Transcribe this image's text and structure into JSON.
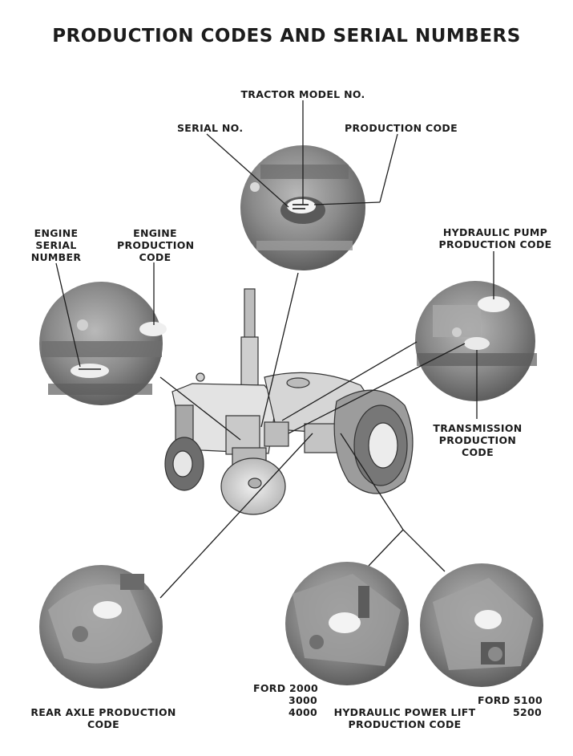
{
  "title": "PRODUCTION CODES AND SERIAL NUMBERS",
  "labels": {
    "tractor_model": "TRACTOR MODEL NO.",
    "serial": "SERIAL NO.",
    "production_code": "PRODUCTION CODE",
    "engine_serial": [
      "ENGINE",
      "SERIAL",
      "NUMBER"
    ],
    "engine_production": [
      "ENGINE",
      "PRODUCTION",
      "CODE"
    ],
    "hydraulic_pump": [
      "HYDRAULIC PUMP",
      "PRODUCTION CODE"
    ],
    "transmission": [
      "TRANSMISSION",
      "PRODUCTION",
      "CODE"
    ],
    "ford_small": [
      "FORD 2000",
      "3000",
      "4000"
    ],
    "ford_large": [
      "FORD 5100",
      "5200"
    ],
    "rear_axle": [
      "REAR AXLE PRODUCTION",
      "CODE"
    ],
    "hydraulic_lift": [
      "HYDRAULIC POWER LIFT",
      "PRODUCTION CODE"
    ]
  }
}
